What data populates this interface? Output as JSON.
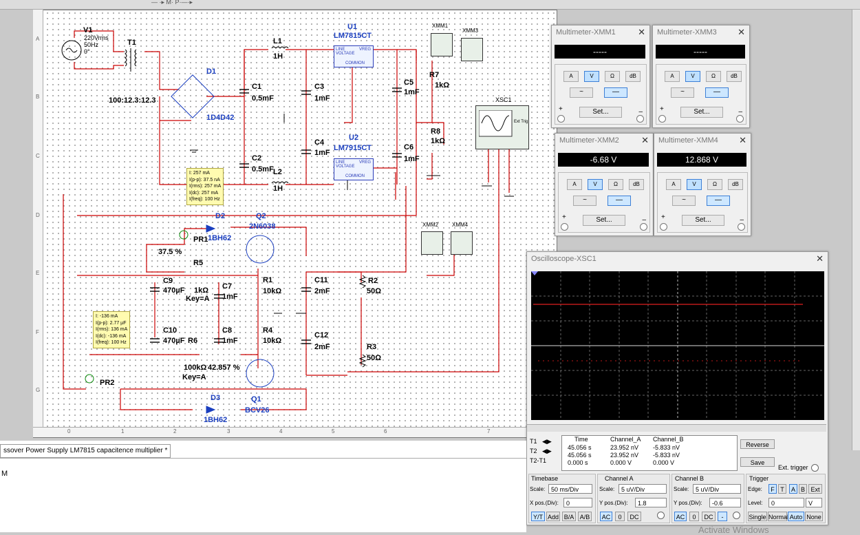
{
  "toolbar": {
    "sim_label": "— ·▸ M· P·—·▸"
  },
  "rulers": {
    "rows": [
      "A",
      "B",
      "C",
      "D",
      "E",
      "F",
      "G"
    ],
    "cols": [
      "0",
      "1",
      "2",
      "3",
      "4",
      "5",
      "6",
      "7"
    ]
  },
  "schematic": {
    "v1": {
      "name": "V1",
      "line1": "220Vrms",
      "line2": "50Hz",
      "line3": "0°"
    },
    "t1": {
      "name": "T1",
      "ratio": "100:12.3:12.3"
    },
    "d1": {
      "name": "D1",
      "part": "1D4D42"
    },
    "l1": {
      "name": "L1",
      "value": "1H"
    },
    "l2": {
      "name": "L2",
      "value": "1H"
    },
    "c1": {
      "name": "C1",
      "value": "0.5mF"
    },
    "c2": {
      "name": "C2",
      "value": "0.5mF"
    },
    "c3": {
      "name": "C3",
      "value": "1mF"
    },
    "c4": {
      "name": "C4",
      "value": "1mF"
    },
    "c5": {
      "name": "C5",
      "value": "1mF"
    },
    "c6": {
      "name": "C6",
      "value": "1mF"
    },
    "u1": {
      "name": "U1",
      "part": "LM7815CT",
      "line_l": "LINE",
      "line_v": "VOLTAGE",
      "vreg": "VREG",
      "common": "COMMON"
    },
    "u2": {
      "name": "U2",
      "part": "LM7915CT",
      "line_l": "LINE",
      "line_v": "VOLTAGE",
      "vreg": "VREG",
      "common": "COMMON"
    },
    "r7": {
      "name": "R7",
      "value": "1kΩ"
    },
    "r8": {
      "name": "R8",
      "value": "1kΩ"
    },
    "xmm1": {
      "name": "XMM1"
    },
    "xmm3": {
      "name": "XMM3"
    },
    "xmm2": {
      "name": "XMM2"
    },
    "xmm4": {
      "name": "XMM4"
    },
    "xsc1": {
      "name": "XSC1",
      "ext": "Ext Trig"
    },
    "d2": {
      "name": "D2",
      "part": "1BH62"
    },
    "d3": {
      "name": "D3",
      "part": "1BH62"
    },
    "q2": {
      "name": "Q2",
      "part": "2N6038"
    },
    "q1": {
      "name": "Q1",
      "part": "BCV26"
    },
    "pr1": {
      "name": "PR1",
      "pct": "37.5 %"
    },
    "pr2": {
      "name": "PR2"
    },
    "r5": {
      "name": "R5",
      "value": "1kΩ",
      "key": "Key=A"
    },
    "r6": {
      "name": "R6",
      "value": "100kΩ",
      "pct": "42.857 %",
      "key": "Key=A"
    },
    "c9": {
      "name": "C9",
      "value": "470µF"
    },
    "c10": {
      "name": "C10",
      "value": "470µF"
    },
    "c7": {
      "name": "C7",
      "value": "1mF"
    },
    "c8": {
      "name": "C8",
      "value": "1mF"
    },
    "r1": {
      "name": "R1",
      "value": "10kΩ"
    },
    "r4": {
      "name": "R4",
      "value": "10kΩ"
    },
    "c11": {
      "name": "C11",
      "value": "2mF"
    },
    "c12": {
      "name": "C12",
      "value": "2mF"
    },
    "r2": {
      "name": "R2",
      "value": "50Ω"
    },
    "r3": {
      "name": "R3",
      "value": "50Ω"
    },
    "probe1": [
      "I: 257 mA",
      "I(p-p): 37.5 nA",
      "I(rms): 257 mA",
      "I(dc): 257 mA",
      "I(freq): 100 Hz"
    ],
    "probe2": [
      "I: -136 mA",
      "I(p-p): 2.77 µF",
      "I(rms): 136 mA",
      "I(dc): -136 mA",
      "I(freq): 100 Hz"
    ]
  },
  "multimeters": [
    {
      "title": "Multimeter-XMM1",
      "reading": "-----",
      "btns": [
        "A",
        "V",
        "Ω",
        "dB"
      ],
      "active": 1
    },
    {
      "title": "Multimeter-XMM3",
      "reading": "-----",
      "btns": [
        "A",
        "V",
        "Ω",
        "dB"
      ],
      "active": 1
    },
    {
      "title": "Multimeter-XMM2",
      "reading": "-6.68 V",
      "btns": [
        "A",
        "V",
        "Ω",
        "dB"
      ],
      "active": 1
    },
    {
      "title": "Multimeter-XMM4",
      "reading": "12.868 V",
      "btns": [
        "A",
        "V",
        "Ω",
        "dB"
      ],
      "active": 1
    }
  ],
  "mm_common": {
    "set": "Set...",
    "plus": "+",
    "minus": "–",
    "ac": "~",
    "dc": "—"
  },
  "scope": {
    "title": "Oscilloscope-XSC1",
    "headers": {
      "time": "Time",
      "cha": "Channel_A",
      "chb": "Channel_B"
    },
    "rows": [
      {
        "label": "T1",
        "time": "45.056 s",
        "a": "23.952 nV",
        "b": "-5.833 nV"
      },
      {
        "label": "T2",
        "time": "45.056 s",
        "a": "23.952 nV",
        "b": "-5.833 nV"
      },
      {
        "label": "T2-T1",
        "time": "0.000 s",
        "a": "0.000 V",
        "b": "0.000 V"
      }
    ],
    "reverse": "Reverse",
    "save": "Save",
    "ext_trigger": "Ext. trigger",
    "timebase": {
      "title": "Timebase",
      "scale_lbl": "Scale:",
      "scale": "50 ms/Div",
      "xpos_lbl": "X pos.(Div):",
      "xpos": "0",
      "btns": [
        "Y/T",
        "Add",
        "B/A",
        "A/B"
      ]
    },
    "cha": {
      "title": "Channel A",
      "scale_lbl": "Scale:",
      "scale": "5 uV/Div",
      "ypos_lbl": "Y pos.(Div):",
      "ypos": "1.8",
      "btns": [
        "AC",
        "0",
        "DC"
      ]
    },
    "chb": {
      "title": "Channel B",
      "scale_lbl": "Scale:",
      "scale": "5 uV/Div",
      "ypos_lbl": "Y pos.(Div):",
      "ypos": "-0.6",
      "btns": [
        "AC",
        "0",
        "DC",
        "-"
      ]
    },
    "trigger": {
      "title": "Trigger",
      "edge_lbl": "Edge:",
      "edge_btns": [
        "F",
        "T",
        "A",
        "B",
        "Ext"
      ],
      "level_lbl": "Level:",
      "level": "0",
      "unit": "V",
      "mode_btns": [
        "Single",
        "Normal",
        "Auto",
        "None"
      ]
    }
  },
  "status": {
    "tab": "ssover Power Supply LM7815 capacitence multiplier *",
    "line2": "M",
    "watermark": "Activate Windows"
  }
}
